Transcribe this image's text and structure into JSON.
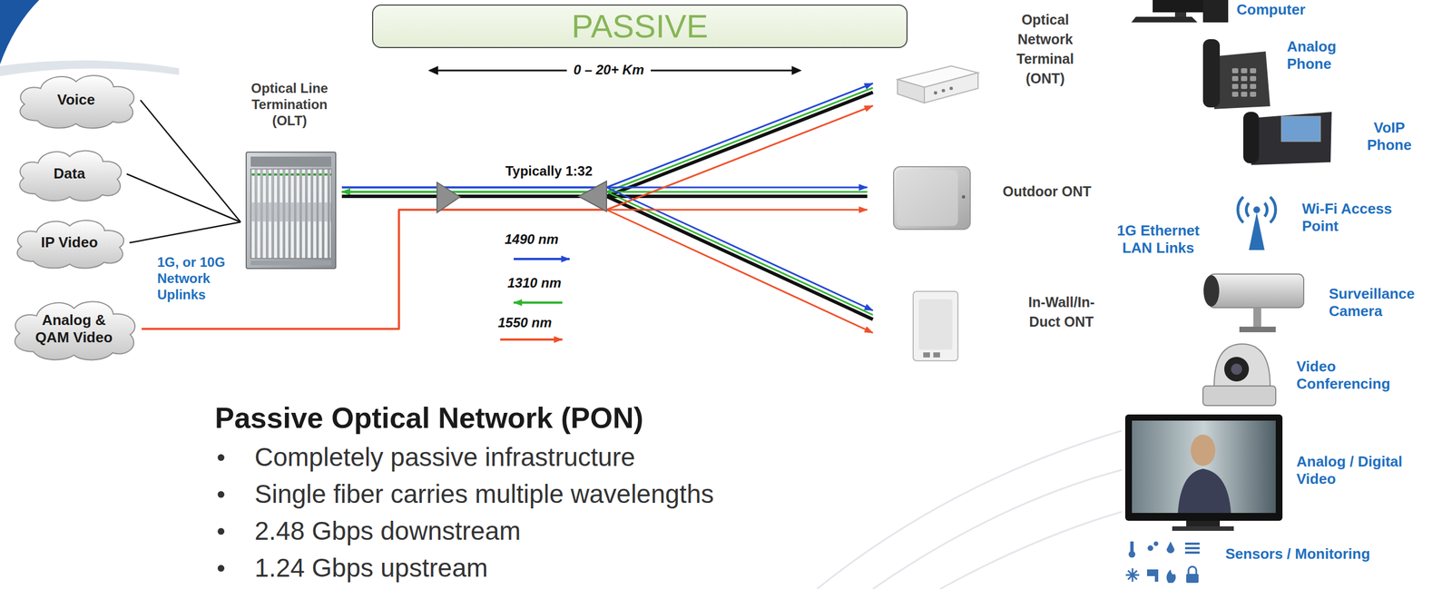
{
  "diagram": {
    "title": "Passive Optical Network (PON)",
    "nodes": [
      {
        "text": [
          "PASSIVE"
        ]
      },
      {
        "text": [
          "Voice"
        ]
      },
      {
        "text": [
          "Data"
        ]
      },
      {
        "text": [
          "IP Video"
        ]
      },
      {
        "text": [
          "Analog & QAM Video"
        ]
      },
      {
        "text": [
          "Optical Line Termination (OLT)"
        ]
      },
      {
        "text": [
          "Optical Network Terminal (ONT)"
        ]
      },
      {
        "text": [
          "Outdoor ONT"
        ]
      },
      {
        "text": [
          "In-Wall/In-Duct ONT"
        ]
      }
    ],
    "edges": [
      {
        "from": 1,
        "to": 5,
        "arrow": "none"
      },
      {
        "from": 2,
        "to": 5,
        "arrow": "none"
      },
      {
        "from": 3,
        "to": 5,
        "arrow": "none"
      },
      {
        "from": 5,
        "to": 6,
        "arrow": "both"
      },
      {
        "from": 5,
        "to": 7,
        "arrow": "both"
      },
      {
        "from": 5,
        "to": 8,
        "arrow": "both"
      },
      {
        "from": 4,
        "to": 6,
        "arrow": "to"
      },
      {
        "from": 4,
        "to": 7,
        "arrow": "to"
      },
      {
        "from": 4,
        "to": 8,
        "arrow": "to"
      }
    ],
    "labels": [
      "0 – 20+ Km",
      "Typically 1:32",
      "1G, or 10G Network Uplinks",
      "1G Ethernet LAN Links",
      "Computer",
      "Analog Phone",
      "VoIP Phone",
      "Wi-Fi Access Point",
      "Surveillance Camera",
      "Video Conferencing",
      "Analog / Digital Video",
      "Sensors / Monitoring",
      "Completely passive infrastructure",
      "Single fiber carries multiple wavelengths",
      "2.48 Gbps downstream",
      "1.24 Gbps upstream"
    ],
    "legend": [
      {
        "text": "1490 nm"
      },
      {
        "text": "1310 nm"
      },
      {
        "text": "1550 nm"
      }
    ]
  }
}
